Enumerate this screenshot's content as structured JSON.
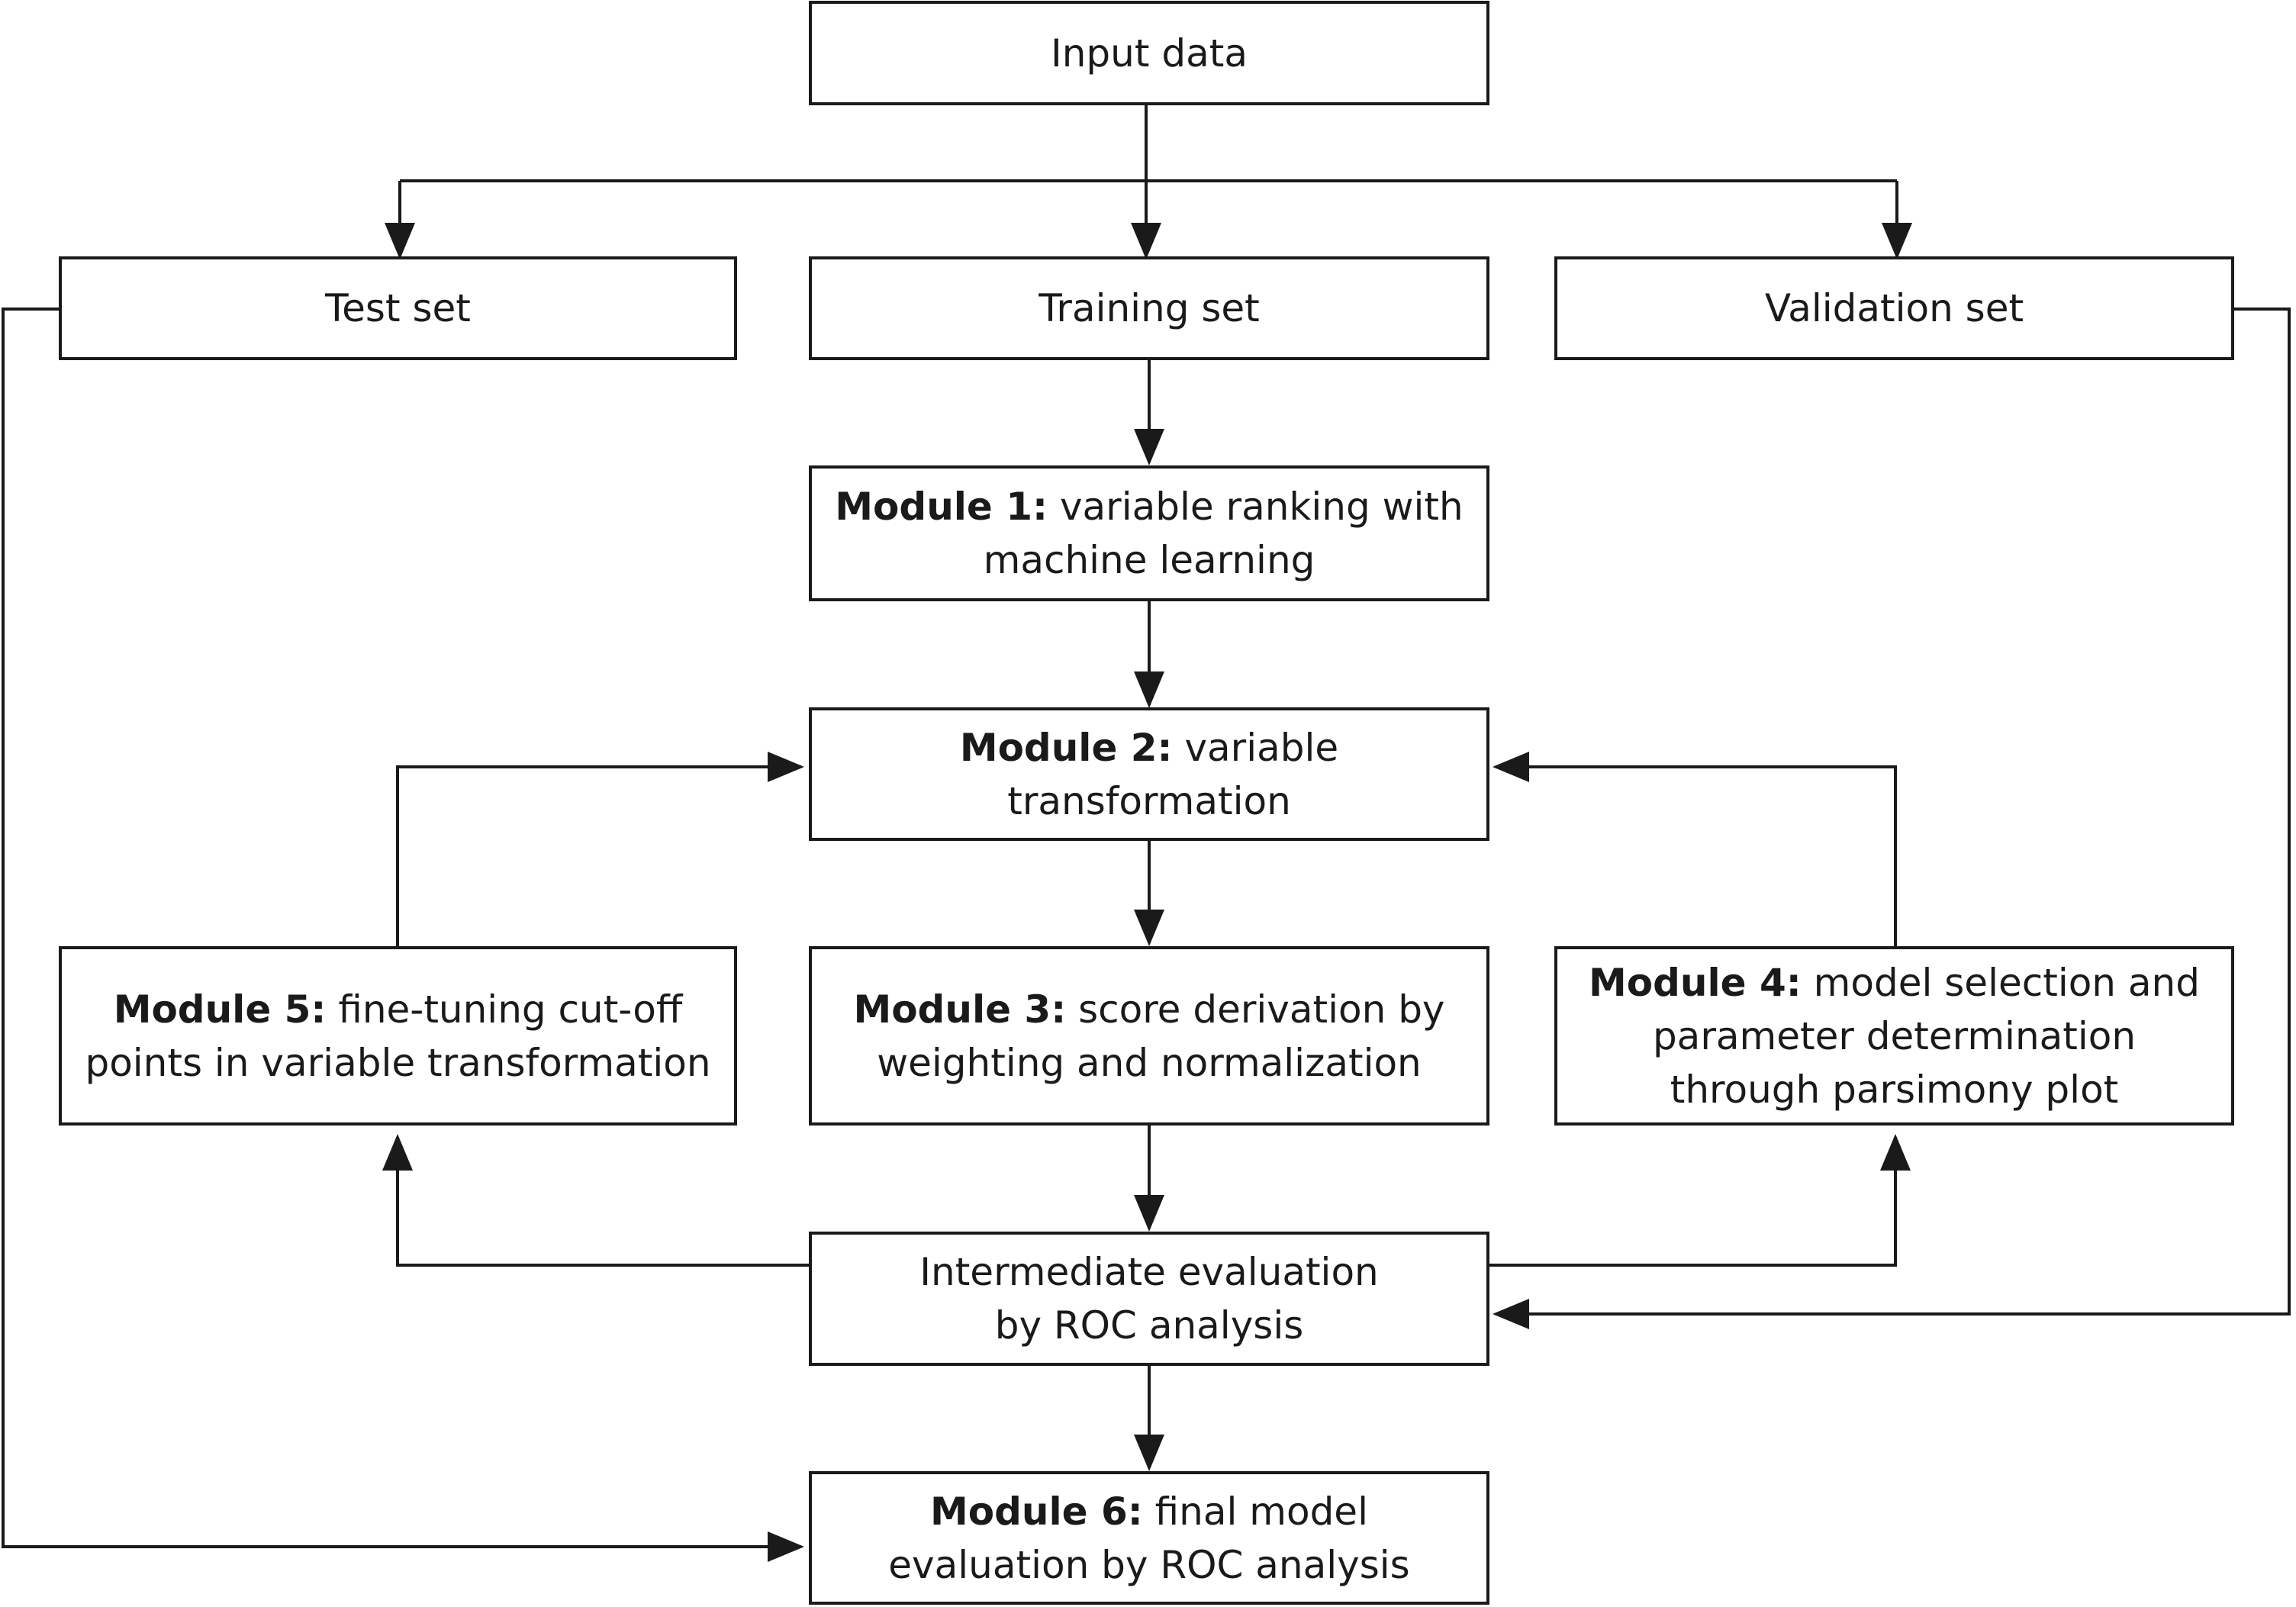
{
  "nodes": {
    "input_data": {
      "text": "Input data"
    },
    "test_set": {
      "text": "Test set"
    },
    "training_set": {
      "text": "Training set"
    },
    "validation_set": {
      "text": "Validation set"
    },
    "module1": {
      "prefix": "Module 1:",
      "text": " variable ranking with machine learning"
    },
    "module2": {
      "prefix": "Module 2:",
      "text": " variable transformation"
    },
    "module3": {
      "prefix": "Module 3:",
      "text": " score derivation by weighting and normalization"
    },
    "module4": {
      "prefix": "Module 4:",
      "text": " model selection and parameter determination through parsimony plot"
    },
    "module5": {
      "prefix": "Module 5:",
      "text": " fine-tuning cut-off points in variable transformation"
    },
    "intermediate": {
      "line1": "Intermediate evaluation",
      "line2": "by ROC analysis"
    },
    "module6": {
      "prefix": "Module 6:",
      "text": " final model evaluation by ROC analysis"
    }
  },
  "colors": {
    "stroke": "#1a1a1a",
    "background": "#ffffff"
  }
}
